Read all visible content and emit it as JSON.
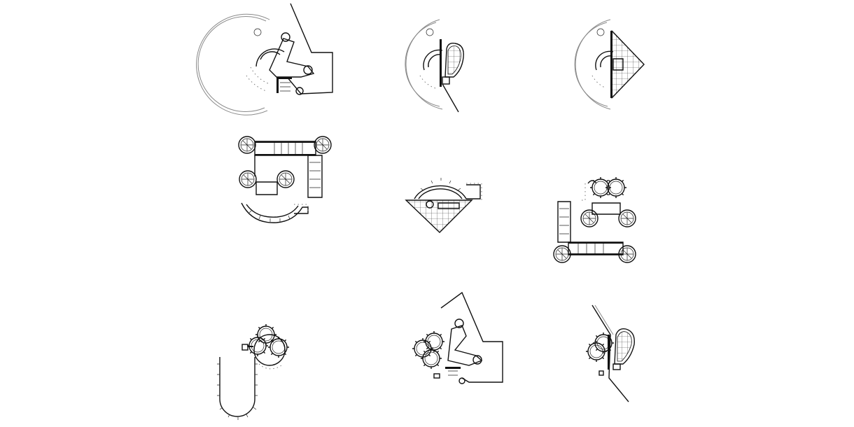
{
  "drawing": {
    "colors": {
      "line": "#111111",
      "muted": "#8a8a8a",
      "background": "#ffffff"
    },
    "panels": [
      {
        "id": "plan-1",
        "kind": "curved-wall-with-polygon-site"
      },
      {
        "id": "plan-2",
        "kind": "curved-wall-with-lobed-block"
      },
      {
        "id": "plan-3",
        "kind": "curved-wall-with-diamond-grid"
      },
      {
        "id": "plan-4",
        "kind": "courtyard-with-round-towers"
      },
      {
        "id": "plan-5",
        "kind": "triangle-grid-with-arc"
      },
      {
        "id": "plan-6",
        "kind": "courtyard-with-round-towers-mirrored"
      },
      {
        "id": "plan-7",
        "kind": "u-shaped-colonnade"
      },
      {
        "id": "plan-8",
        "kind": "polygon-site-with-cogged-rooms"
      },
      {
        "id": "plan-9",
        "kind": "diagonal-wall-with-lobed-block"
      }
    ]
  }
}
